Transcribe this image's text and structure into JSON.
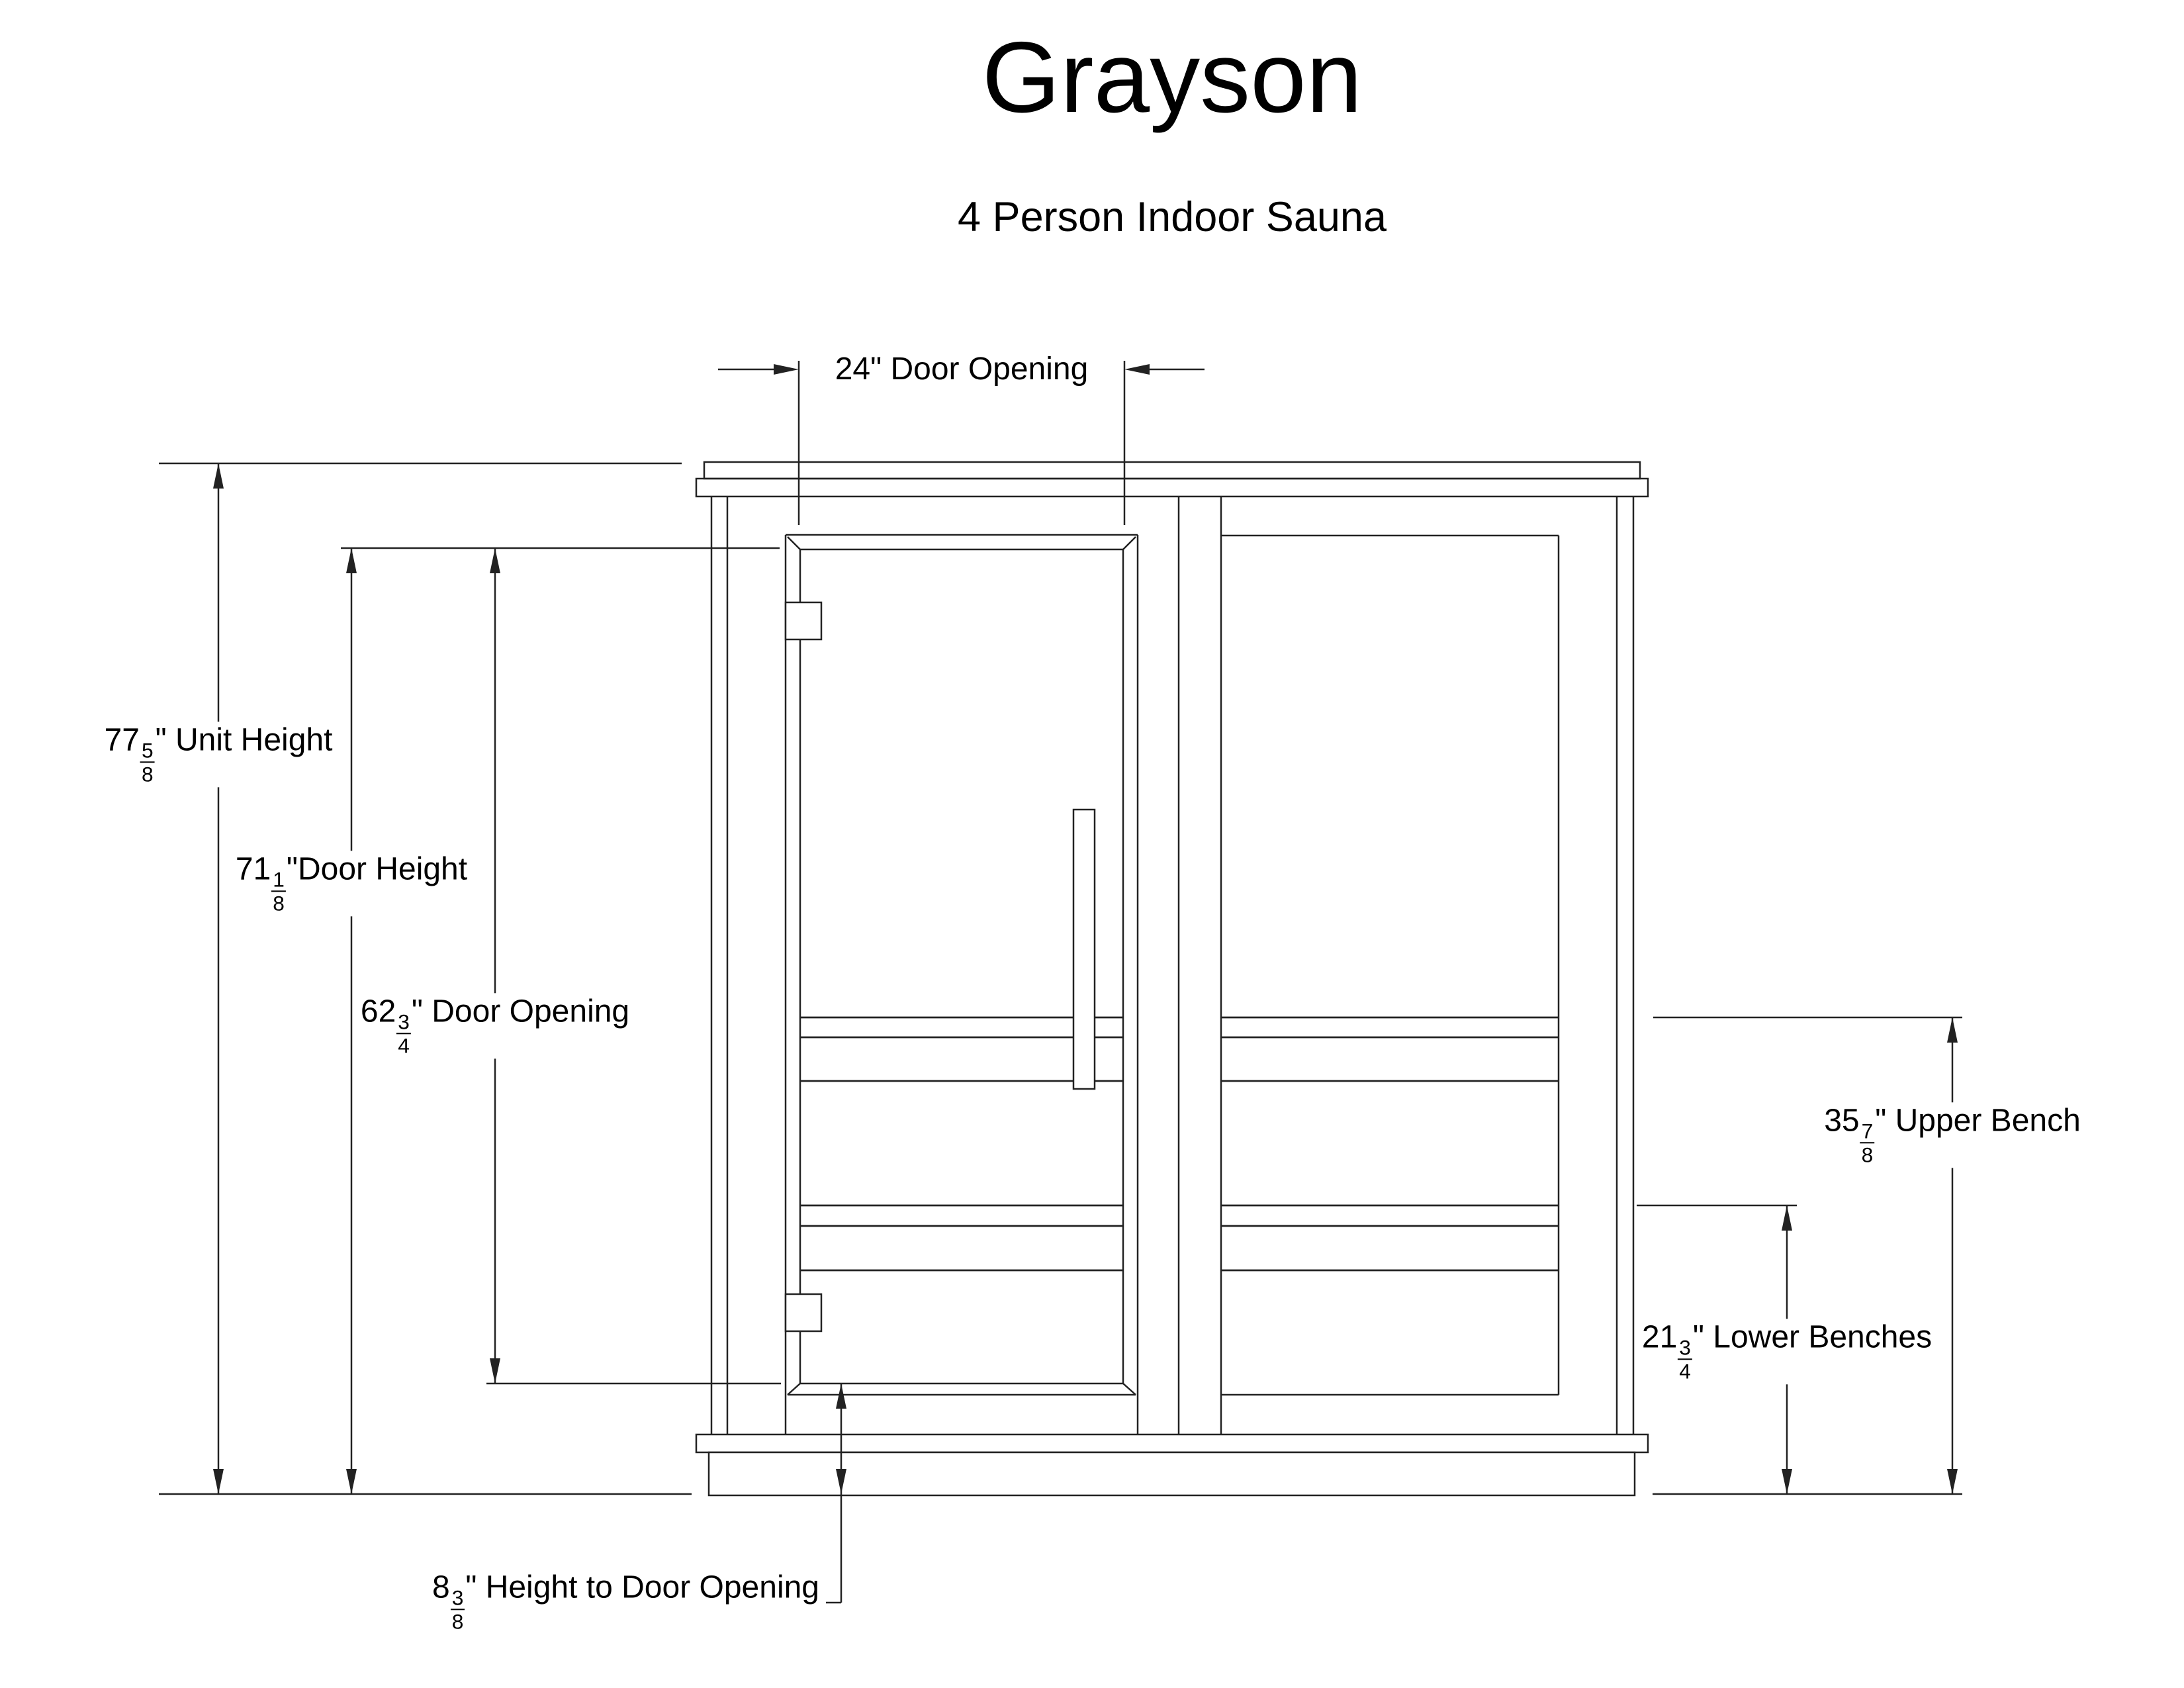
{
  "page": {
    "title": "Grayson",
    "subtitle": "4 Person Indoor Sauna"
  },
  "dimensions": {
    "door_opening_width": {
      "whole": "24",
      "num": "",
      "den": "",
      "rest": "\" Door Opening"
    },
    "unit_height": {
      "whole": "77",
      "num": "5",
      "den": "8",
      "rest": "\" Unit Height"
    },
    "door_height": {
      "whole": "71",
      "num": "1",
      "den": "8",
      "rest": "\"Door Height"
    },
    "door_opening_height": {
      "whole": "62",
      "num": "3",
      "den": "4",
      "rest": "\" Door Opening"
    },
    "upper_bench": {
      "whole": "35",
      "num": "7",
      "den": "8",
      "rest": "\" Upper Bench"
    },
    "lower_benches": {
      "whole": "21",
      "num": "3",
      "den": "4",
      "rest": "\" Lower Benches"
    },
    "height_to_door_opening": {
      "whole": "8",
      "num": "3",
      "den": "8",
      "rest": "\" Height to Door Opening"
    }
  }
}
